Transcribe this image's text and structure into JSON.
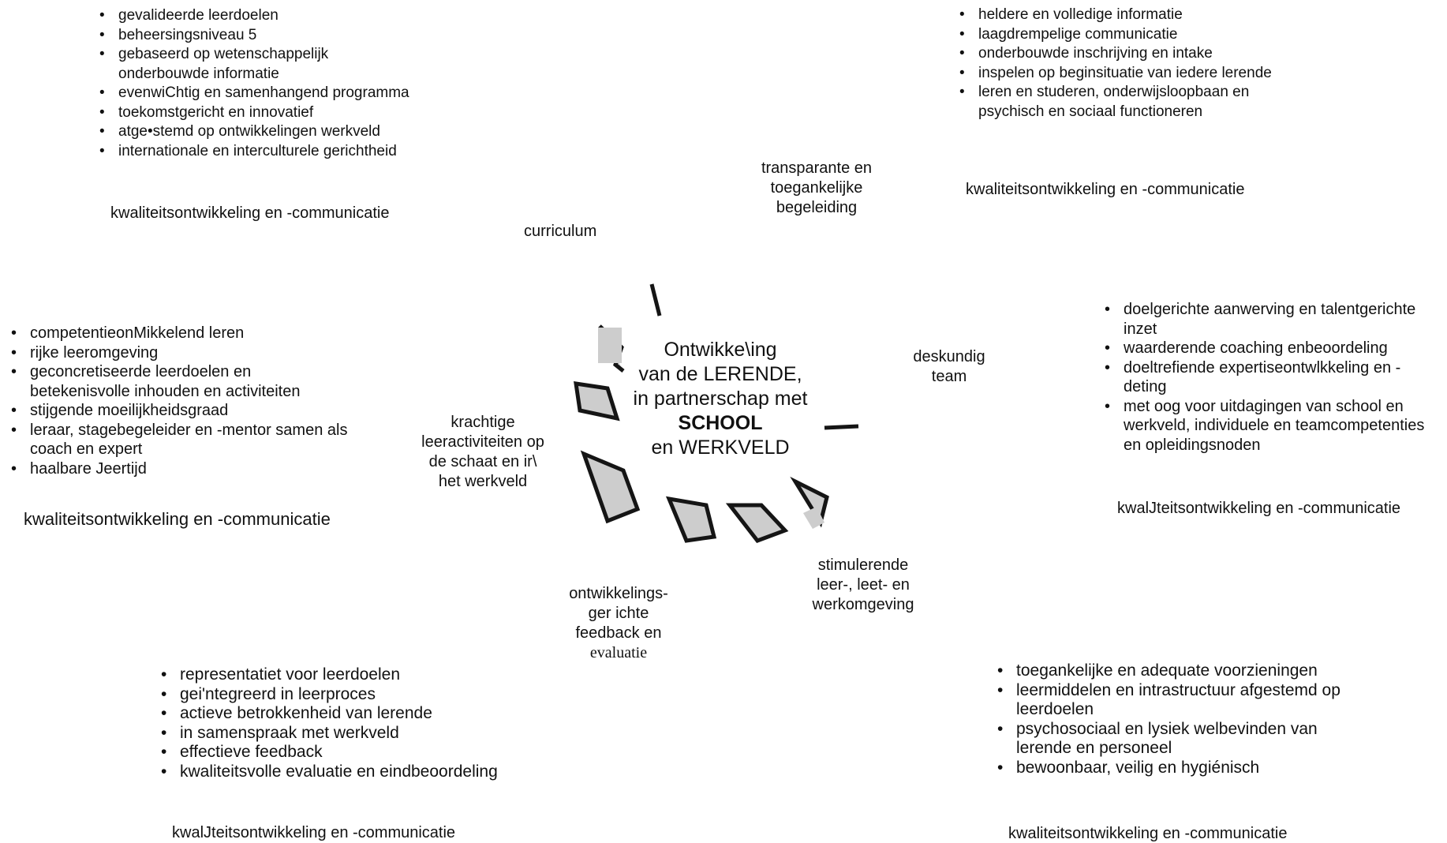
{
  "center": {
    "line1": "Ontwikke\\ing",
    "line2": "van de LERENDE,",
    "line3": "in partnerschap met",
    "line4": "SCHOOL",
    "line5": "en WERKVELD"
  },
  "curriculum": {
    "label": "curriculum",
    "items": [
      "gevalideerde leerdoelen",
      "beheersingsniveau 5",
      "gebaseerd op wetenschappelijk onderbouwde informatie",
      "evenwiChtig en samenhangend programma",
      "toekomstgericht en innovatief",
      "atge•stemd op ontwikkelingen werkveld",
      "internationale en interculturele gerichtheid"
    ],
    "caption": "kwaliteitsontwikkeling en -communicatie"
  },
  "begeleiding": {
    "label_lines": [
      "transparante en",
      "toegankelijke",
      "begeleiding"
    ],
    "items": [
      "heldere en volledige informatie",
      "laagdrempelige communicatie",
      "onderbouwde inschrijving en intake",
      "inspelen op beginsituatie van iedere lerende",
      "leren en studeren, onderwijsloopbaan en psychisch en sociaal functioneren"
    ],
    "caption": "kwaliteitsontwikkeling en -communicatie"
  },
  "team": {
    "label_lines": [
      "deskundig",
      "team"
    ],
    "items": [
      "doelgerichte aanwerving en talentgerichte inzet",
      "waarderende coaching enbeoordeling",
      "doeltrefiende expertiseontwlkkeling en -deting",
      "met oog voor uitdagingen van school en werkveld, individuele en teamcompetenties en opleidingsnoden"
    ],
    "caption": "kwalJteitsontwikkeling en -communicatie"
  },
  "leeractiviteiten": {
    "label_lines": [
      "krachtige",
      "leeractiviteiten op",
      "de schaat en ir\\",
      "het werkveld"
    ],
    "items": [
      "competentieonMikkelend leren",
      "rijke leeromgeving",
      "geconcretiseerde leerdoelen en betekenisvolle inhouden en activiteiten",
      "stijgende moeilijkheidsgraad",
      "leraar, stagebegeleider en -mentor samen als coach en expert",
      "haalbare Jeertijd"
    ],
    "caption": "kwaliteitsontwikkeling en -communicatie"
  },
  "feedback": {
    "label_lines": [
      "ontwikkelings-",
      "ger ichte",
      "feedback en",
      "evaluatie"
    ],
    "items": [
      "representatiet voor leerdoelen",
      "gei'ntegreerd in leerproces",
      "actieve betrokkenheid van lerende",
      "in samenspraak met werkveld",
      "effectieve feedback",
      "kwaliteitsvolle evaluatie en eindbeoordeling"
    ],
    "caption": "kwalJteitsontwikkeling en -communicatie"
  },
  "omgeving": {
    "label_lines": [
      "stimulerende",
      "leer-, leet- en",
      "werkomgeving"
    ],
    "items": [
      "toegankelijke en adequate voorzieningen",
      "leermiddelen en intrastructuur afgestemd op leerdoelen",
      "psychosociaal en lysiek welbevinden van lerende en personeel",
      "bewoonbaar, veilig en hygiénisch"
    ],
    "caption": "kwaliteitsontwikkeling en -communicatie"
  },
  "colors": {
    "text": "#111111",
    "gear_fill": "#cdcdcd",
    "gear_stroke": "#151515",
    "highlight_brown": "#8a6a4a",
    "highlight_gray": "#6c7c90",
    "highlight_navy": "#1f3a5c"
  }
}
